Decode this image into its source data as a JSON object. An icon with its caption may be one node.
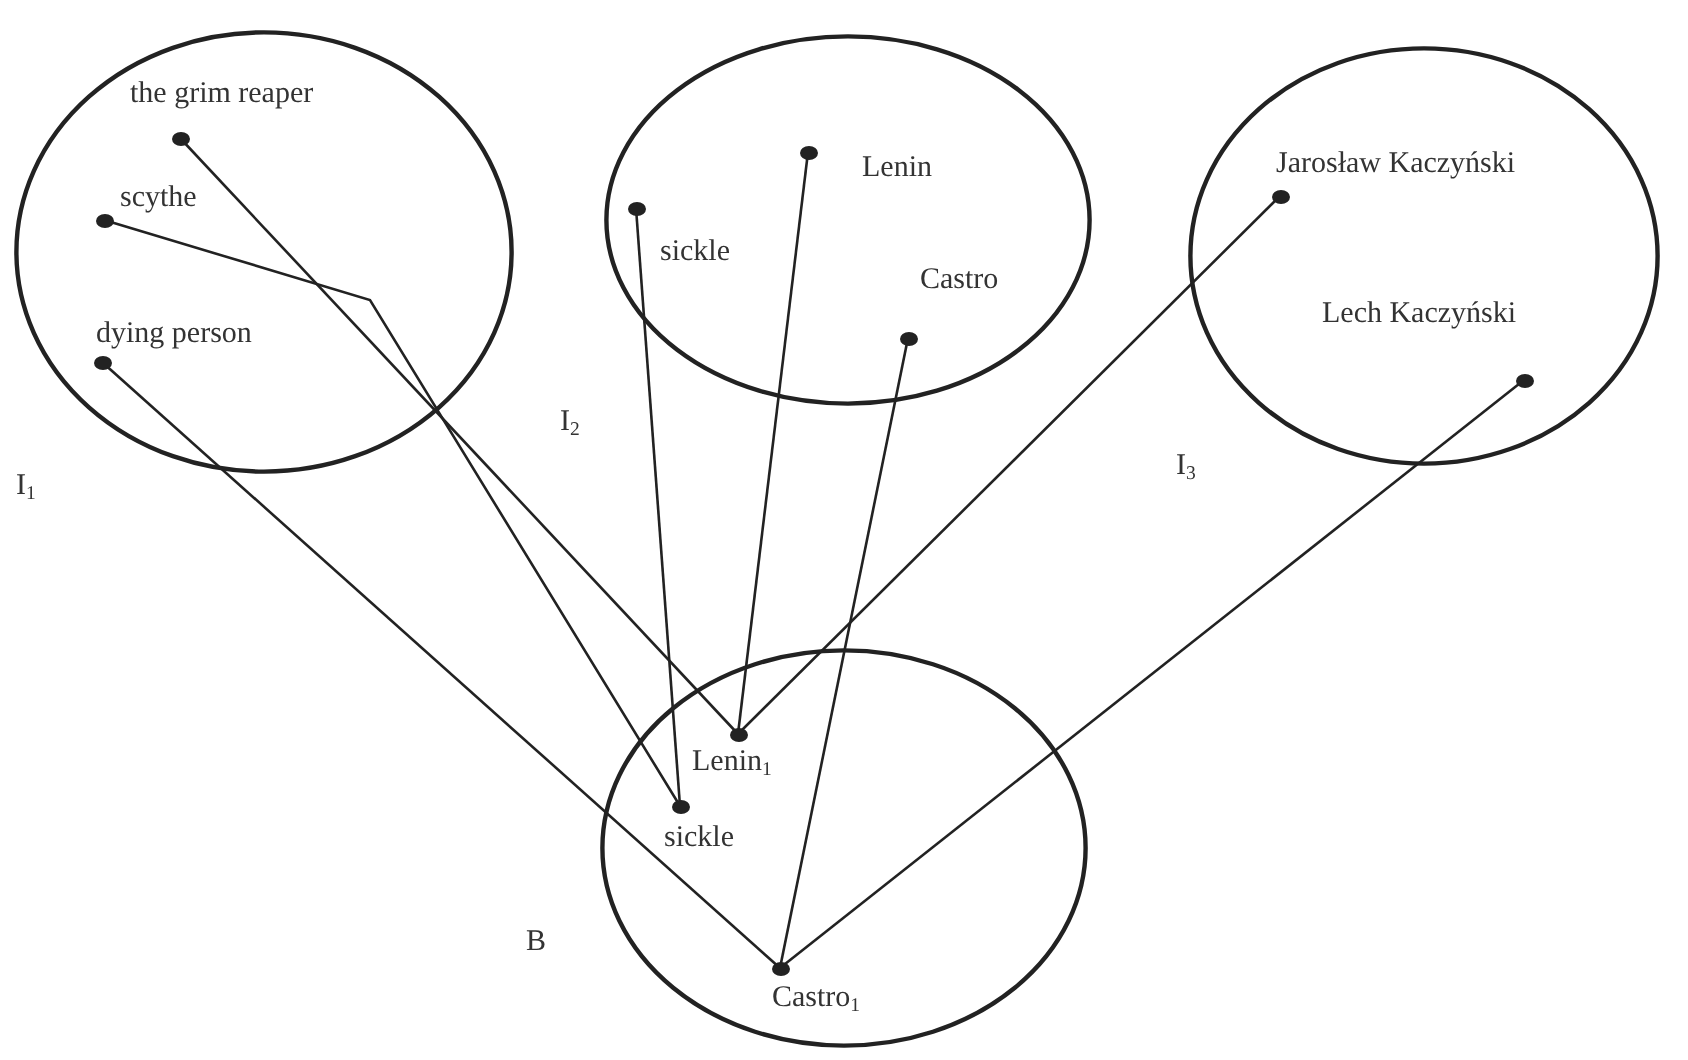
{
  "diagram": {
    "nodes": [
      {
        "text": [
          "I$_{1}$"
        ]
      },
      {
        "text": [
          "the grim reaper"
        ],
        "in": 0
      },
      {
        "text": [
          "scythe"
        ],
        "in": 0
      },
      {
        "text": [
          "dying person"
        ],
        "in": 0
      },
      {
        "text": [
          "I$_{2}$"
        ]
      },
      {
        "text": [
          "sickle"
        ],
        "in": 4
      },
      {
        "text": [
          "Lenin"
        ],
        "in": 4
      },
      {
        "text": [
          "Castro"
        ],
        "in": 4
      },
      {
        "text": [
          "I$_{3}$"
        ]
      },
      {
        "text": [
          "Jarosław Kaczyński"
        ],
        "in": 8
      },
      {
        "text": [
          "Lech Kaczyński"
        ],
        "in": 8
      },
      {
        "text": [
          "B"
        ]
      },
      {
        "text": [
          "Lenin$_{1}$"
        ],
        "in": 11
      },
      {
        "text": [
          "sickle"
        ],
        "in": 11
      },
      {
        "text": [
          "Castro$_{1}$"
        ],
        "in": 11
      }
    ],
    "edges": [
      {
        "from": 1,
        "to": 12,
        "arrow": "none"
      },
      {
        "from": 2,
        "to": 13,
        "arrow": "none"
      },
      {
        "from": 3,
        "to": 14,
        "arrow": "none"
      },
      {
        "from": 5,
        "to": 13,
        "arrow": "none"
      },
      {
        "from": 6,
        "to": 12,
        "arrow": "none"
      },
      {
        "from": 7,
        "to": 14,
        "arrow": "none"
      },
      {
        "from": 9,
        "to": 12,
        "arrow": "none"
      },
      {
        "from": 10,
        "to": 14,
        "arrow": "none"
      }
    ]
  }
}
